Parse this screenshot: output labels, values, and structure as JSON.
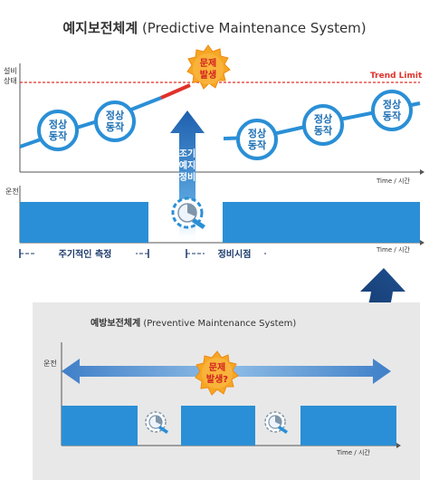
{
  "predictive": {
    "title_ko": "예지보전체계",
    "title_en": "(Predictive Maintenance System)",
    "y_label_line1": "설비",
    "y_label_line2": "상태",
    "trend_limit": "Trend Limit",
    "problem_line1": "문제",
    "problem_line2": "발생",
    "normal_line1": "정상",
    "normal_line2": "동작",
    "early_line1": "조기",
    "early_line2": "예지",
    "early_line3": "정비",
    "time_axis": "Time / 시간",
    "run_label": "운전",
    "periodic_measure": "주기적인 측정",
    "maintenance_time": "정비시점"
  },
  "preventive": {
    "title_ko": "예방보전체계",
    "title_en": "(Preventive Maintenance System)",
    "run_label": "운전",
    "problem_line1": "문제",
    "problem_line2": "발생?",
    "time_axis": "Time / 시간"
  },
  "colors": {
    "accent_blue": "#2a8fd6",
    "navy": "#1b3a6b",
    "trend_red": "#e0322b",
    "burst_orange": "#f39a1e"
  }
}
